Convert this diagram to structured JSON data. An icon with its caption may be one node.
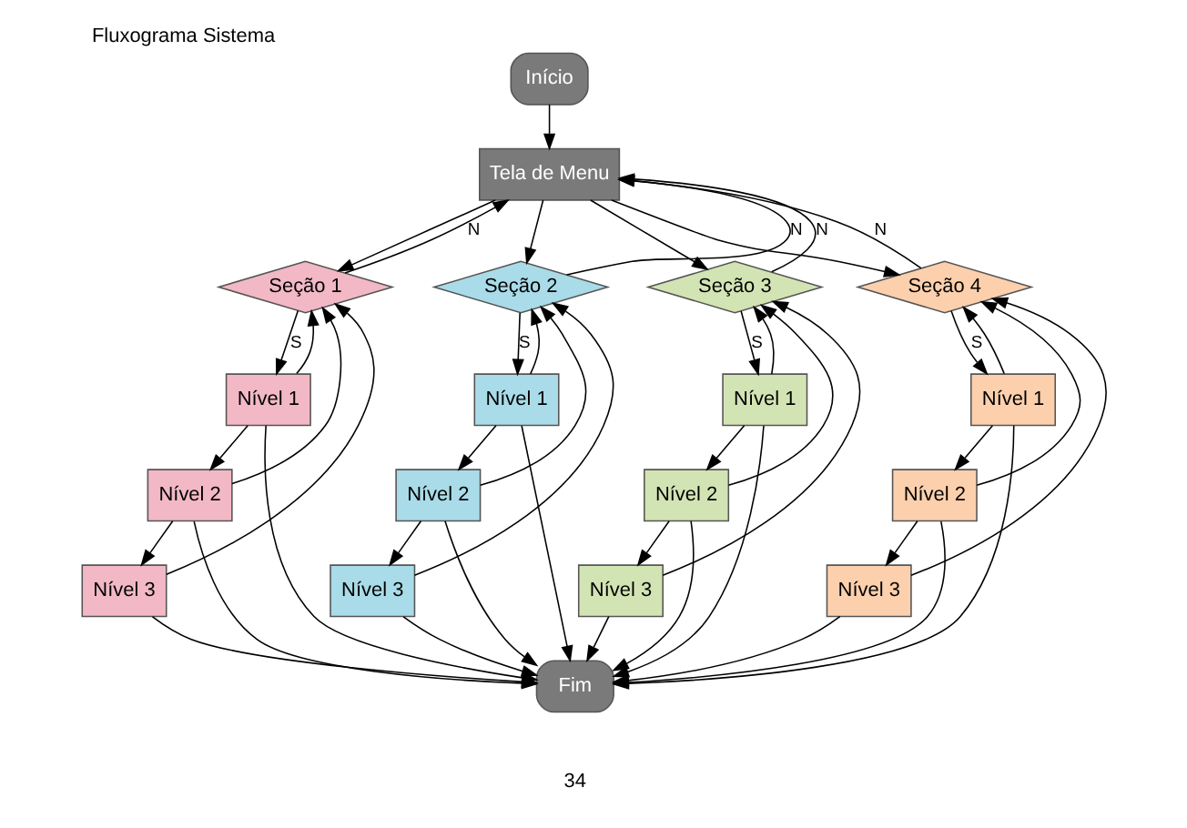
{
  "diagram": {
    "title": "Fluxograma Sistema",
    "nodes": [
      {
        "text": [
          "Início"
        ]
      },
      {
        "text": [
          "Tela de Menu"
        ]
      },
      {
        "text": [
          "Seção 1"
        ]
      },
      {
        "text": [
          "Seção 2"
        ]
      },
      {
        "text": [
          "Seção 3"
        ]
      },
      {
        "text": [
          "Seção 4"
        ]
      },
      {
        "text": [
          "Nível 1"
        ]
      },
      {
        "text": [
          "Nível 2"
        ]
      },
      {
        "text": [
          "Nível 3"
        ]
      },
      {
        "text": [
          "Nível 1"
        ]
      },
      {
        "text": [
          "Nível 2"
        ]
      },
      {
        "text": [
          "Nível 3"
        ]
      },
      {
        "text": [
          "Nível 1"
        ]
      },
      {
        "text": [
          "Nível 2"
        ]
      },
      {
        "text": [
          "Nível 3"
        ]
      },
      {
        "text": [
          "Nível 1"
        ]
      },
      {
        "text": [
          "Nível 2"
        ]
      },
      {
        "text": [
          "Nível 3"
        ]
      },
      {
        "text": [
          "Fim"
        ]
      }
    ],
    "edges": [
      {
        "from": 0,
        "to": 1,
        "arrow": "to"
      },
      {
        "from": 2,
        "to": 1,
        "arrow": "to",
        "label": "N"
      },
      {
        "from": 1,
        "to": 2,
        "arrow": "to"
      },
      {
        "from": 1,
        "to": 3,
        "arrow": "to"
      },
      {
        "from": 3,
        "to": 1,
        "arrow": "to",
        "label": "N"
      },
      {
        "from": 4,
        "to": 1,
        "arrow": "to",
        "label": "N"
      },
      {
        "from": 1,
        "to": 4,
        "arrow": "to"
      },
      {
        "from": 5,
        "to": 1,
        "arrow": "to",
        "label": "N"
      },
      {
        "from": 1,
        "to": 5,
        "arrow": "to"
      },
      {
        "from": 2,
        "to": 6,
        "arrow": "to",
        "label": "S"
      },
      {
        "from": 6,
        "to": 7,
        "arrow": "to"
      },
      {
        "from": 7,
        "to": 8,
        "arrow": "to"
      },
      {
        "from": 3,
        "to": 9,
        "arrow": "to",
        "label": "S"
      },
      {
        "from": 9,
        "to": 10,
        "arrow": "to"
      },
      {
        "from": 10,
        "to": 11,
        "arrow": "to"
      },
      {
        "from": 4,
        "to": 12,
        "arrow": "to",
        "label": "S"
      },
      {
        "from": 12,
        "to": 13,
        "arrow": "to"
      },
      {
        "from": 13,
        "to": 14,
        "arrow": "to"
      },
      {
        "from": 5,
        "to": 15,
        "arrow": "to",
        "label": "S"
      },
      {
        "from": 15,
        "to": 16,
        "arrow": "to"
      },
      {
        "from": 16,
        "to": 17,
        "arrow": "to"
      },
      {
        "from": 6,
        "to": 2,
        "arrow": "to"
      },
      {
        "from": 7,
        "to": 2,
        "arrow": "to"
      },
      {
        "from": 8,
        "to": 2,
        "arrow": "to"
      },
      {
        "from": 6,
        "to": 18,
        "arrow": "to"
      },
      {
        "from": 7,
        "to": 18,
        "arrow": "to"
      },
      {
        "from": 8,
        "to": 18,
        "arrow": "to"
      },
      {
        "from": 9,
        "to": 3,
        "arrow": "to"
      },
      {
        "from": 10,
        "to": 3,
        "arrow": "to"
      },
      {
        "from": 11,
        "to": 3,
        "arrow": "to"
      },
      {
        "from": 9,
        "to": 18,
        "arrow": "to"
      },
      {
        "from": 10,
        "to": 18,
        "arrow": "to"
      },
      {
        "from": 11,
        "to": 18,
        "arrow": "to"
      },
      {
        "from": 12,
        "to": 4,
        "arrow": "to"
      },
      {
        "from": 13,
        "to": 4,
        "arrow": "to"
      },
      {
        "from": 14,
        "to": 4,
        "arrow": "to"
      },
      {
        "from": 12,
        "to": 18,
        "arrow": "to"
      },
      {
        "from": 13,
        "to": 18,
        "arrow": "to"
      },
      {
        "from": 14,
        "to": 18,
        "arrow": "to"
      },
      {
        "from": 15,
        "to": 5,
        "arrow": "to"
      },
      {
        "from": 16,
        "to": 5,
        "arrow": "to"
      },
      {
        "from": 17,
        "to": 5,
        "arrow": "to"
      },
      {
        "from": 15,
        "to": 18,
        "arrow": "to"
      },
      {
        "from": 16,
        "to": 18,
        "arrow": "to"
      },
      {
        "from": 17,
        "to": 18,
        "arrow": "to"
      }
    ],
    "labels": [
      "34"
    ]
  }
}
